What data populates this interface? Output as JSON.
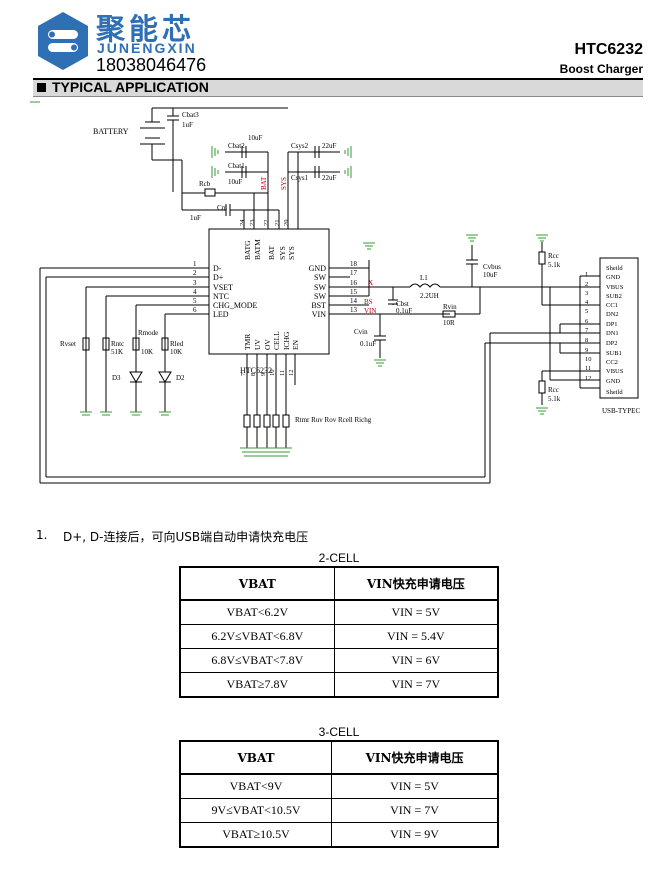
{
  "header": {
    "logo_cn": "聚能芯",
    "logo_en": "JUNENGXIN",
    "logo_phone": "18038046476",
    "part_number": "HTC6232",
    "subtitle": "Boost Charger"
  },
  "section": {
    "title": "TYPICAL APPLICATION"
  },
  "schematic": {
    "chip_name": "HTC6232",
    "battery_label": "BATTERY",
    "left_pins": [
      {
        "num": "1",
        "name": "D-"
      },
      {
        "num": "2",
        "name": "D+"
      },
      {
        "num": "3",
        "name": "VSET"
      },
      {
        "num": "4",
        "name": "NTC"
      },
      {
        "num": "5",
        "name": "CHG_MODE"
      },
      {
        "num": "6",
        "name": "LED"
      }
    ],
    "right_pins": [
      {
        "num": "18",
        "name": "GND"
      },
      {
        "num": "17",
        "name": "SW"
      },
      {
        "num": "16",
        "name": "SW"
      },
      {
        "num": "15",
        "name": "SW"
      },
      {
        "num": "14",
        "name": "BST"
      },
      {
        "num": "13",
        "name": "VIN"
      }
    ],
    "top_pins": [
      {
        "num": "24",
        "name": "BATG"
      },
      {
        "num": "23",
        "name": "BATM"
      },
      {
        "num": "22",
        "name": "BAT"
      },
      {
        "num": "21",
        "name": "SYS"
      },
      {
        "num": "20",
        "name": "SYS"
      }
    ],
    "top_nets": [
      "BAT",
      "SYS"
    ],
    "bottom_pins": [
      {
        "num": "7",
        "name": "TMR"
      },
      {
        "num": "8",
        "name": "UV"
      },
      {
        "num": "9",
        "name": "OV"
      },
      {
        "num": "10",
        "name": "CELL"
      },
      {
        "num": "11",
        "name": "ICHG"
      },
      {
        "num": "12",
        "name": "EN"
      }
    ],
    "components": {
      "cbat3": "Cbat3",
      "cbat3_val": "1uF",
      "cbat2": "Cbat2",
      "cbat2_val": "10uF",
      "cbat1": "Cbat1",
      "cbat1_val": "10uF",
      "csys2": "Csys2",
      "csys2_val": "22uF",
      "csys1": "Csys1",
      "csys1_val": "22uF",
      "rcb": "Rcb",
      "cm": "Cm",
      "cm_val": "1uF",
      "rvset": "Rvset",
      "rntc": "Rntc",
      "rntc_val": "51K",
      "rmode": "Rmode",
      "rmode_val": "10K",
      "rled": "Rled",
      "rled_val": "10K",
      "d3": "D3",
      "d2": "D2",
      "l1": "L1",
      "l1_val": "2.2UH",
      "cbst": "Cbst",
      "cbst_val": "0.1uF",
      "cvin": "Cvin",
      "cvin_val": "0.1uF",
      "cvbus": "Cvbus",
      "cvbus_val": "10uF",
      "rvin": "Rvin",
      "rvin_val": "10R",
      "rcc1": "Rcc",
      "rcc1_val": "5.1k",
      "rcc2": "Rcc",
      "rcc2_val": "5.1k",
      "net_x": "X",
      "net_bs": "BS",
      "net_vin": "VIN",
      "bottom_resistors": "Rtmr Ruv Rov Rcell Richg"
    },
    "usb_connector": {
      "name": "USB-TYPEC",
      "pins": [
        {
          "num": "",
          "name": "Sheild"
        },
        {
          "num": "1",
          "name": "GND"
        },
        {
          "num": "2",
          "name": "VBUS"
        },
        {
          "num": "3",
          "name": "SUB2"
        },
        {
          "num": "4",
          "name": "CC1"
        },
        {
          "num": "5",
          "name": "DN2"
        },
        {
          "num": "6",
          "name": "DP1"
        },
        {
          "num": "7",
          "name": "DN1"
        },
        {
          "num": "8",
          "name": "DP2"
        },
        {
          "num": "9",
          "name": "SUB1"
        },
        {
          "num": "10",
          "name": "CC2"
        },
        {
          "num": "11",
          "name": "VBUS"
        },
        {
          "num": "12",
          "name": "GND"
        },
        {
          "num": "",
          "name": "Sheild"
        }
      ]
    }
  },
  "note": {
    "number": "1.",
    "text": "D+, D-连接后，可向USB端自动申请快充电压"
  },
  "tables": [
    {
      "caption": "2-CELL",
      "headers": [
        "VBAT",
        "VIN快充申请电压"
      ],
      "rows": [
        [
          "VBAT<6.2V",
          "VIN = 5V"
        ],
        [
          "6.2V≤VBAT<6.8V",
          "VIN = 5.4V"
        ],
        [
          "6.8V≤VBAT<7.8V",
          "VIN = 6V"
        ],
        [
          "VBAT≥7.8V",
          "VIN = 7V"
        ]
      ]
    },
    {
      "caption": "3-CELL",
      "headers": [
        "VBAT",
        "VIN快充申请电压"
      ],
      "rows": [
        [
          "VBAT<9V",
          "VIN = 5V"
        ],
        [
          "9V≤VBAT<10.5V",
          "VIN = 7V"
        ],
        [
          "VBAT≥10.5V",
          "VIN = 9V"
        ]
      ]
    }
  ]
}
